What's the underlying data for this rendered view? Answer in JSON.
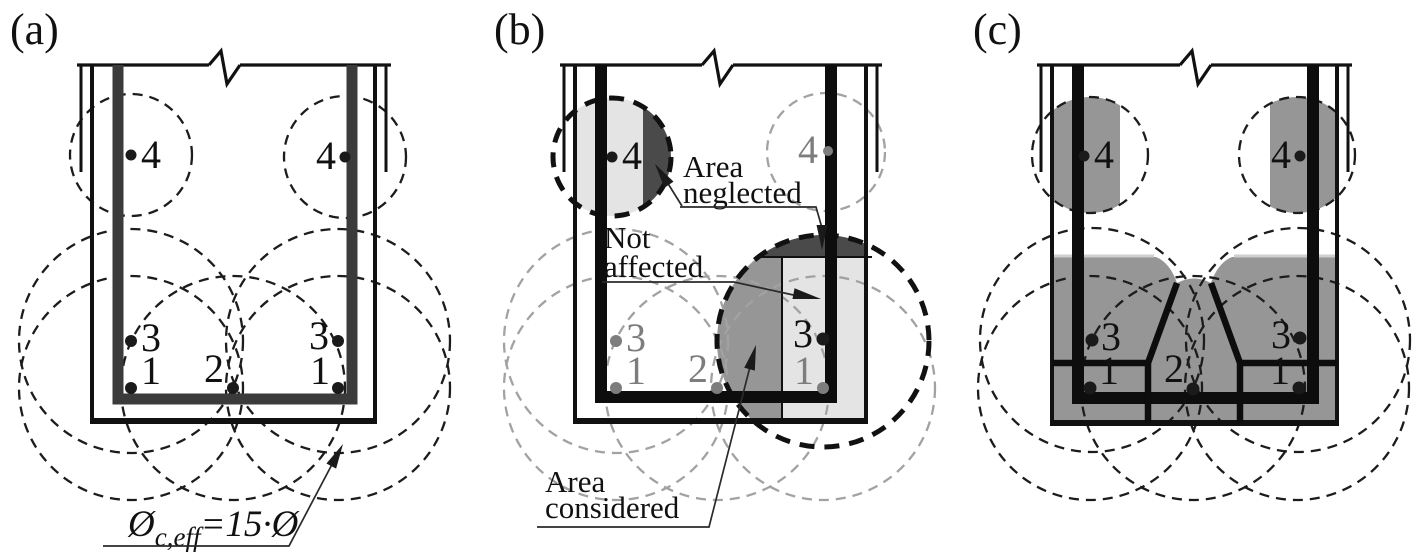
{
  "figure": {
    "description": "Effective concrete area around reinforcement bars, three panels",
    "panels": {
      "a": {
        "tag": "(a)"
      },
      "b": {
        "tag": "(b)"
      },
      "c": {
        "tag": "(c)"
      }
    },
    "bars": {
      "b1": "1",
      "b2": "2",
      "b3": "3",
      "b4": "4"
    },
    "annotations": {
      "area_neglected_line1": "Area",
      "area_neglected_line2": "neglected",
      "not_affected_line1": "Not",
      "not_affected_line2": "affected",
      "area_considered_line1": "Area",
      "area_considered_line2": "considered",
      "diameter_symbol": "Ø",
      "diameter_subscript": "c,eff",
      "diameter_value": "=15·Ø"
    },
    "colors": {
      "area_considered": "#969696",
      "area_neglected": "#4a4a4a",
      "area_not_affected": "#e4e4e4",
      "effective_area_fill": "#969696",
      "stirrup_panel_a": "#3b3b3b",
      "structure_line": "#111111",
      "faded_circle": "#a2a2a2"
    }
  }
}
